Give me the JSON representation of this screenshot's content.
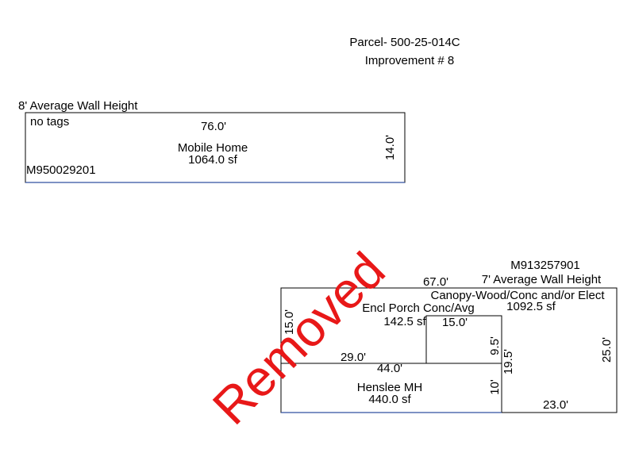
{
  "header": {
    "parcel": "Parcel- 500-25-014C",
    "improvement": "Improvement # 8"
  },
  "building_1": {
    "wall_height": "8' Average Wall Height",
    "tags": "no tags",
    "width_dim": "76.0'",
    "name": "Mobile Home",
    "area": "1064.0 sf",
    "height_dim": "14.0'",
    "id": "M950029201",
    "line_color": "#3050a0"
  },
  "building_2": {
    "id": "M913257901",
    "wall_height": "7' Average Wall Height",
    "top_dim": "67.0'",
    "canopy_name": "Canopy-Wood/Conc and/or Elect",
    "canopy_area": "1092.5 sf",
    "porch_name": "Encl Porch Conc/Avg",
    "porch_area": "142.5 sf",
    "inner_width_dim": "15.0'",
    "left_dim": "15.0'",
    "mid_width_dim": "29.0'",
    "inner_height_dim": "9.5'",
    "right_dim": "25.0'",
    "section_width_dim": "44.0'",
    "section_height_dim": "19.5'",
    "mh_name": "Henslee MH",
    "mh_area": "440.0 sf",
    "mh_height_dim": "10'",
    "bottom_dim": "23.0'",
    "line_color": "#3050a0"
  },
  "stamp": {
    "text": "Removed",
    "color": "#e81818"
  }
}
